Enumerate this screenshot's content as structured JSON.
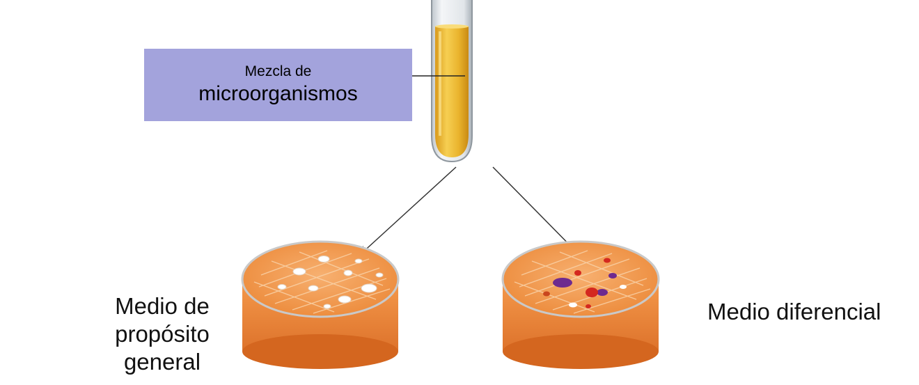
{
  "label_box": {
    "line1": "Mezcla de",
    "line2": "microorganismos"
  },
  "captions": {
    "left_line1": "Medio de propósito",
    "left_line2": "general",
    "right": "Medio diferencial"
  },
  "colors": {
    "label_background": "#a3a3dc",
    "tube_liquid": "#efc13c",
    "agar": "#f08a3e",
    "colony_general": "#ffffff",
    "colony_red": "#d4281f",
    "colony_purple": "#6e2a8f"
  }
}
